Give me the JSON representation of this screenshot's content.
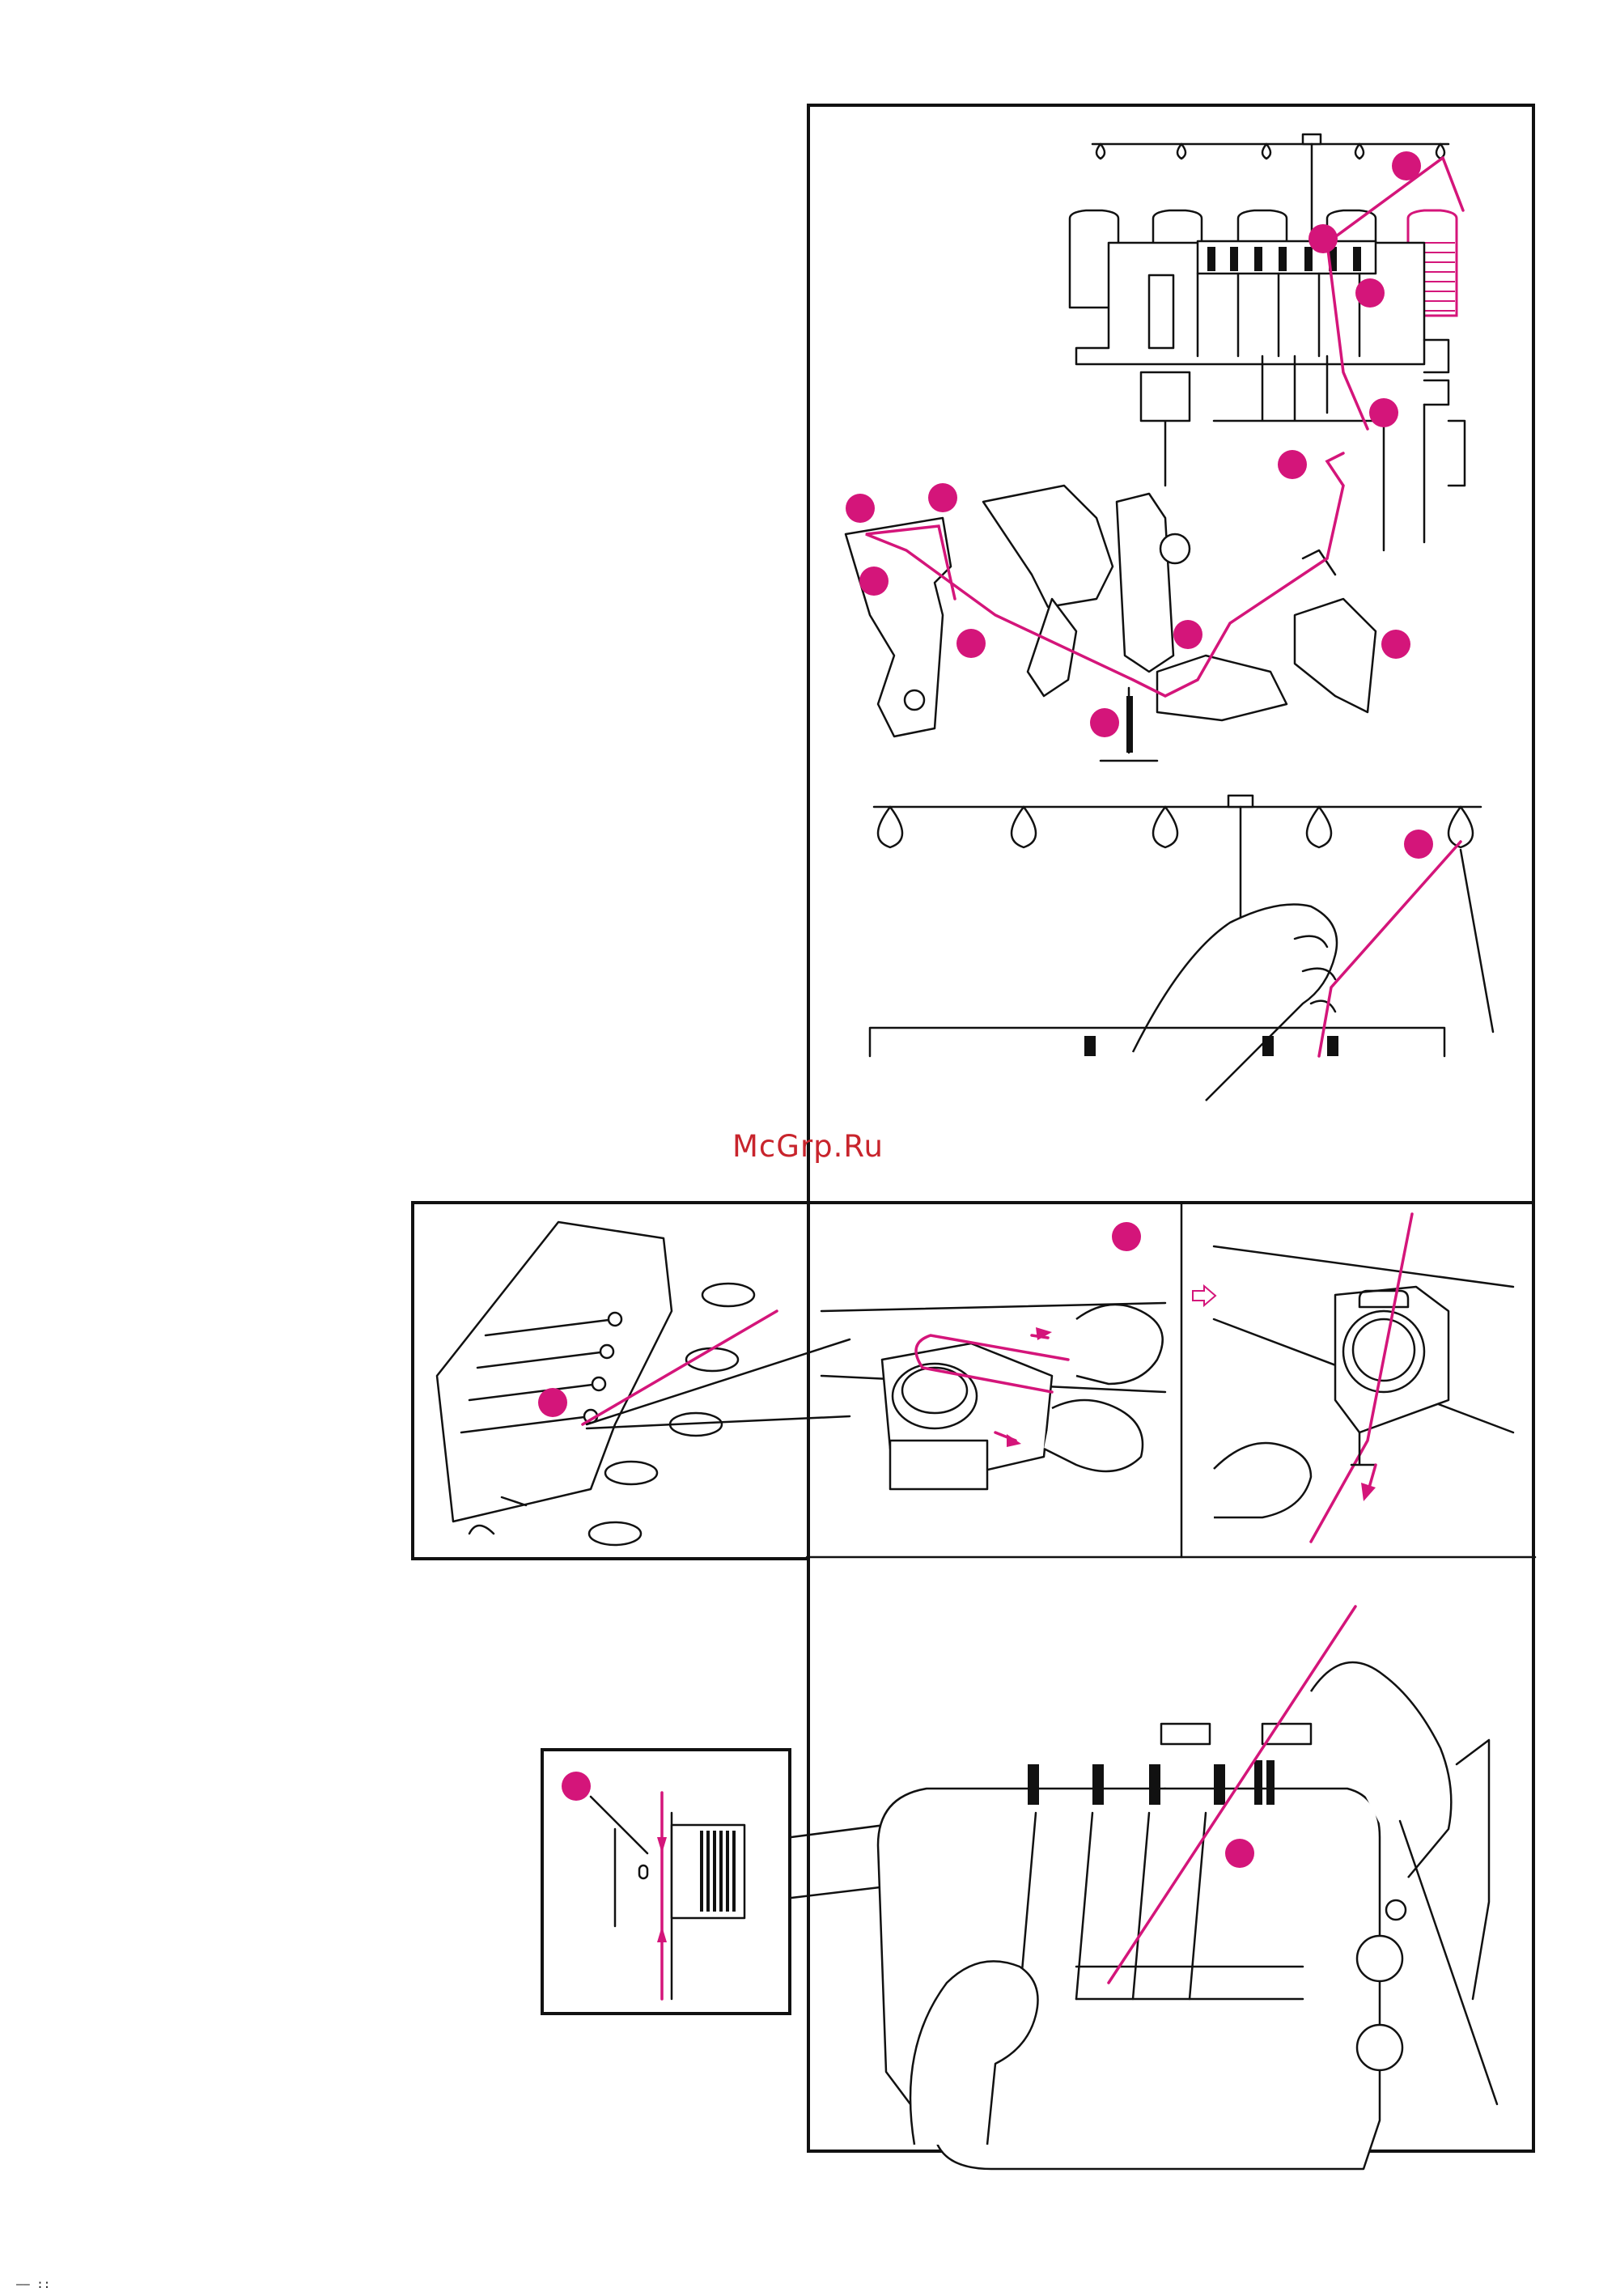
{
  "watermark": "McGrp.Ru",
  "footer": "—— ::",
  "colors": {
    "thread": "#d4157a",
    "outline": "#111111",
    "watermark": "#c8242c"
  },
  "figures": [
    {
      "id": "threading-overview",
      "desc_icon": "overlock-threading-path"
    },
    {
      "id": "thread-stand",
      "desc_icon": "thread-stand-hand"
    },
    {
      "id": "tension-dials",
      "desc_icon": "tension-dial-closeup"
    },
    {
      "id": "tension-disc-insert",
      "desc_icon": "hands-pulling-thread"
    },
    {
      "id": "tension-disc-seated",
      "desc_icon": "thread-seated-arrow"
    },
    {
      "id": "dial-detail",
      "desc_icon": "dial-indicator"
    },
    {
      "id": "front-threading",
      "desc_icon": "hands-threading-front"
    }
  ]
}
